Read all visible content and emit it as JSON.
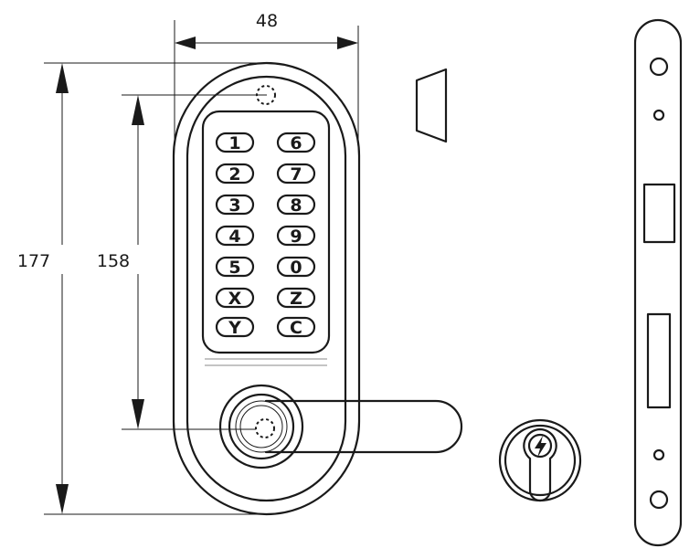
{
  "dimensions": {
    "width_label": "48",
    "overall_height_label": "177",
    "keypad_height_label": "158"
  },
  "keypad": {
    "left_column": [
      "1",
      "2",
      "3",
      "4",
      "5",
      "X",
      "Y"
    ],
    "right_column": [
      "6",
      "7",
      "8",
      "9",
      "0",
      "Z",
      "C"
    ]
  }
}
